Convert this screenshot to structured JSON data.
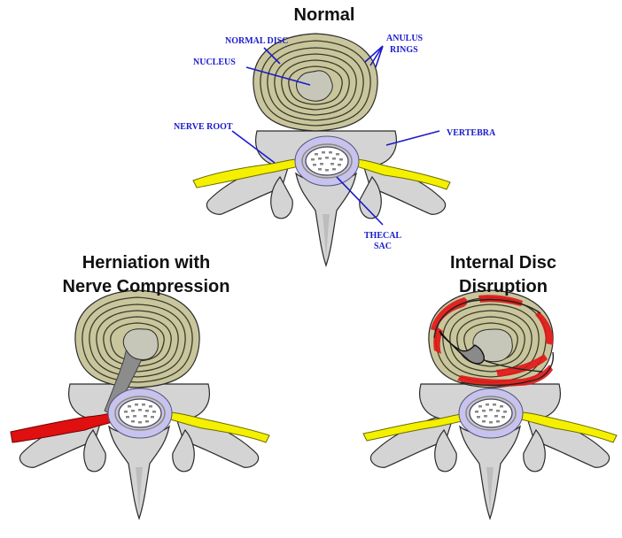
{
  "titles": {
    "normal": "Normal",
    "herniation_line1": "Herniation with",
    "herniation_line2": "Nerve Compression",
    "internal_line1": "Internal Disc",
    "internal_line2": "Disruption"
  },
  "labels": {
    "normal_disc": "NORMAL DISC",
    "nucleus": "NUCLEUS",
    "anulus_line1": "ANULUS",
    "anulus_line2": "RINGS",
    "nerve_root": "NERVE ROOT",
    "vertebra": "VERTEBRA",
    "thecal_line1": "THECAL",
    "thecal_line2": "SAC"
  },
  "colors": {
    "label_blue": "#1a1acc",
    "disc": "#c9c69d",
    "bone": "#d4d4d4",
    "thecal_sac": "#c7c3ee",
    "nerve": "#f4f000",
    "compressed_nerve": "#e01010",
    "tear": "#e01818"
  }
}
